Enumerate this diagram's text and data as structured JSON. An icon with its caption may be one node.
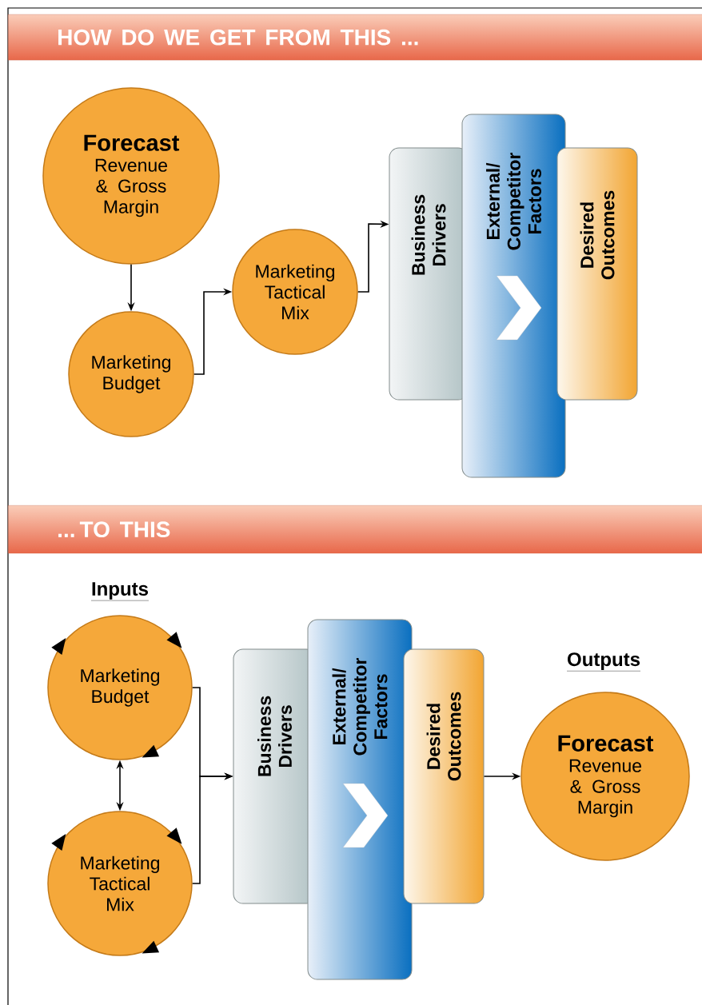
{
  "diagram": {
    "nodes": [
      {
        "text": [
          "HOW DO WE GET FROM THIS ..."
        ]
      },
      {
        "text": [
          "Forecast",
          "Revenue & Gross Margin"
        ]
      },
      {
        "text": [
          "Marketing Budget"
        ]
      },
      {
        "text": [
          "Marketing Tactical Mix"
        ]
      },
      {
        "text": [
          "Business Drivers"
        ]
      },
      {
        "text": [
          "External/ Competitor Factors"
        ]
      },
      {
        "text": [
          "Desired Outcomes"
        ]
      },
      {
        "text": [
          "... TO THIS"
        ]
      },
      {
        "text": [
          "Marketing Budget"
        ]
      },
      {
        "text": [
          "Marketing Tactical Mix"
        ]
      },
      {
        "text": [
          "Business Drivers"
        ]
      },
      {
        "text": [
          "External/ Competitor Factors"
        ]
      },
      {
        "text": [
          "Desired Outcomes"
        ]
      },
      {
        "text": [
          "Forecast",
          "Revenue & Gross Margin"
        ]
      }
    ],
    "edges": [
      {
        "from": 1,
        "to": 2,
        "arrow": "to"
      },
      {
        "from": 2,
        "to": 3,
        "arrow": "to"
      },
      {
        "from": 3,
        "to": 4,
        "arrow": "to"
      },
      {
        "from": 8,
        "to": 9,
        "arrow": "both"
      },
      {
        "from": 8,
        "to": 10,
        "arrow": "to"
      },
      {
        "from": 9,
        "to": 10,
        "arrow": "to"
      },
      {
        "from": 12,
        "to": 13,
        "arrow": "to"
      }
    ],
    "labels": [
      "Inputs",
      "Outputs"
    ]
  }
}
